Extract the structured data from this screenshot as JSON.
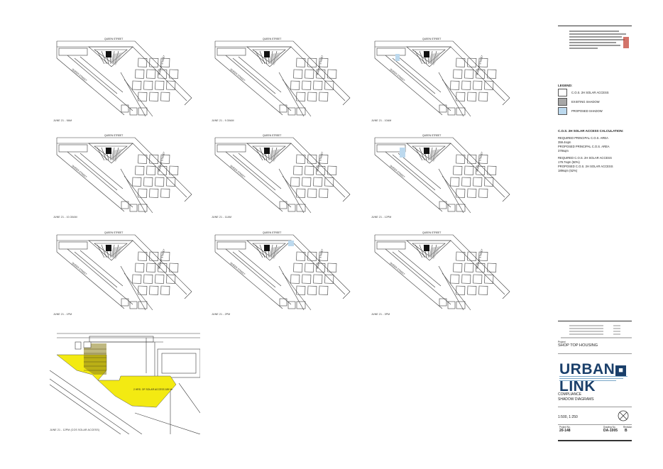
{
  "sheet": {
    "panels": [
      {
        "caption": "JUNE 21 - 9AM",
        "street_top": "QUEEN STREET",
        "street_side": "QUEEN STREET",
        "street_right": "MURRAY STREET"
      },
      {
        "caption": "JUNE 21 - 9.30AM",
        "street_top": "QUEEN STREET",
        "street_side": "QUEEN STREET",
        "street_right": "MURRAY STREET"
      },
      {
        "caption": "JUNE 21 - 10AM",
        "street_top": "QUEEN STREET",
        "street_side": "QUEEN STREET",
        "street_right": "MURRAY STREET"
      },
      {
        "caption": "JUNE 21 - 10.30AM",
        "street_top": "QUEEN STREET",
        "street_side": "QUEEN STREET",
        "street_right": "MURRAY STREET"
      },
      {
        "caption": "JUNE 21 - 11AM",
        "street_top": "QUEEN STREET",
        "street_side": "QUEEN STREET",
        "street_right": "MURRAY STREET"
      },
      {
        "caption": "JUNE 21 - 12PM",
        "street_top": "QUEEN STREET",
        "street_side": "QUEEN STREET",
        "street_right": "MURRAY STREET"
      },
      {
        "caption": "JUNE 21 - 1PM",
        "street_top": "QUEEN STREET",
        "street_side": "QUEEN STREET",
        "street_right": "MURRAY STREET"
      },
      {
        "caption": "JUNE 21 - 2PM",
        "street_top": "QUEEN STREET",
        "street_side": "QUEEN STREET",
        "street_right": "MURRAY STREET"
      },
      {
        "caption": "JUNE 21 - 3PM",
        "street_top": "QUEEN STREET",
        "street_side": "QUEEN STREET",
        "street_right": "MURRAY STREET"
      }
    ],
    "plan": {
      "caption": "JUNE 21 - 12PM (COS SOLAR ACCESS)",
      "area_label": "2 HRS. OF SOLAR ACCESS 189 M²"
    }
  },
  "title_block": {
    "legend_title": "LEGEND:",
    "legend": [
      {
        "label": "C.O.S. 2H SOLAR ACCESS",
        "color": "#ffffff"
      },
      {
        "label": "EXISTING SHADOW",
        "color": "#a7a7a7"
      },
      {
        "label": "PROPOSED SHADOW",
        "color": "#bcd9ee"
      }
    ],
    "calc_title": "C.O.S. 2H SOLAR ACCESS CALCULATION:",
    "calc_lines": [
      "REQUIRED PRINCIPAL C.O.S. AREA",
      "359.4sqm",
      "PROPOSED PRINCIPAL C.O.S. AREA",
      "378sqm",
      "REQUIRED C.O.S. 2H SOLAR ACCESS",
      "179.7sqm (50%)",
      "PROPOSED C.O.S. 2H SOLAR ACCESS",
      "189sqm (52%)"
    ],
    "project_label": "Project",
    "project": "SHOP TOP HOUSING",
    "brand_left": "URBAN",
    "brand_mark": "■",
    "brand_right": "LINK",
    "drawing_title_1": "COMPLIANCE",
    "drawing_title_2": "SHADOW DIAGRAMS",
    "scale": "1:500, 1:250",
    "project_no_label": "Project No.",
    "project_no": "20-148",
    "drawing_no_label": "Drawing No.",
    "drawing_no": "DA-1005",
    "revision_label": "Revision",
    "revision": "B"
  },
  "colors": {
    "line": "#3a3a3a",
    "existing_shadow": "#a7a7a7",
    "proposed_shadow": "#bcd9ee",
    "solar_yellow": "#f3ea12",
    "brand_blue": "#1a3f6a"
  }
}
